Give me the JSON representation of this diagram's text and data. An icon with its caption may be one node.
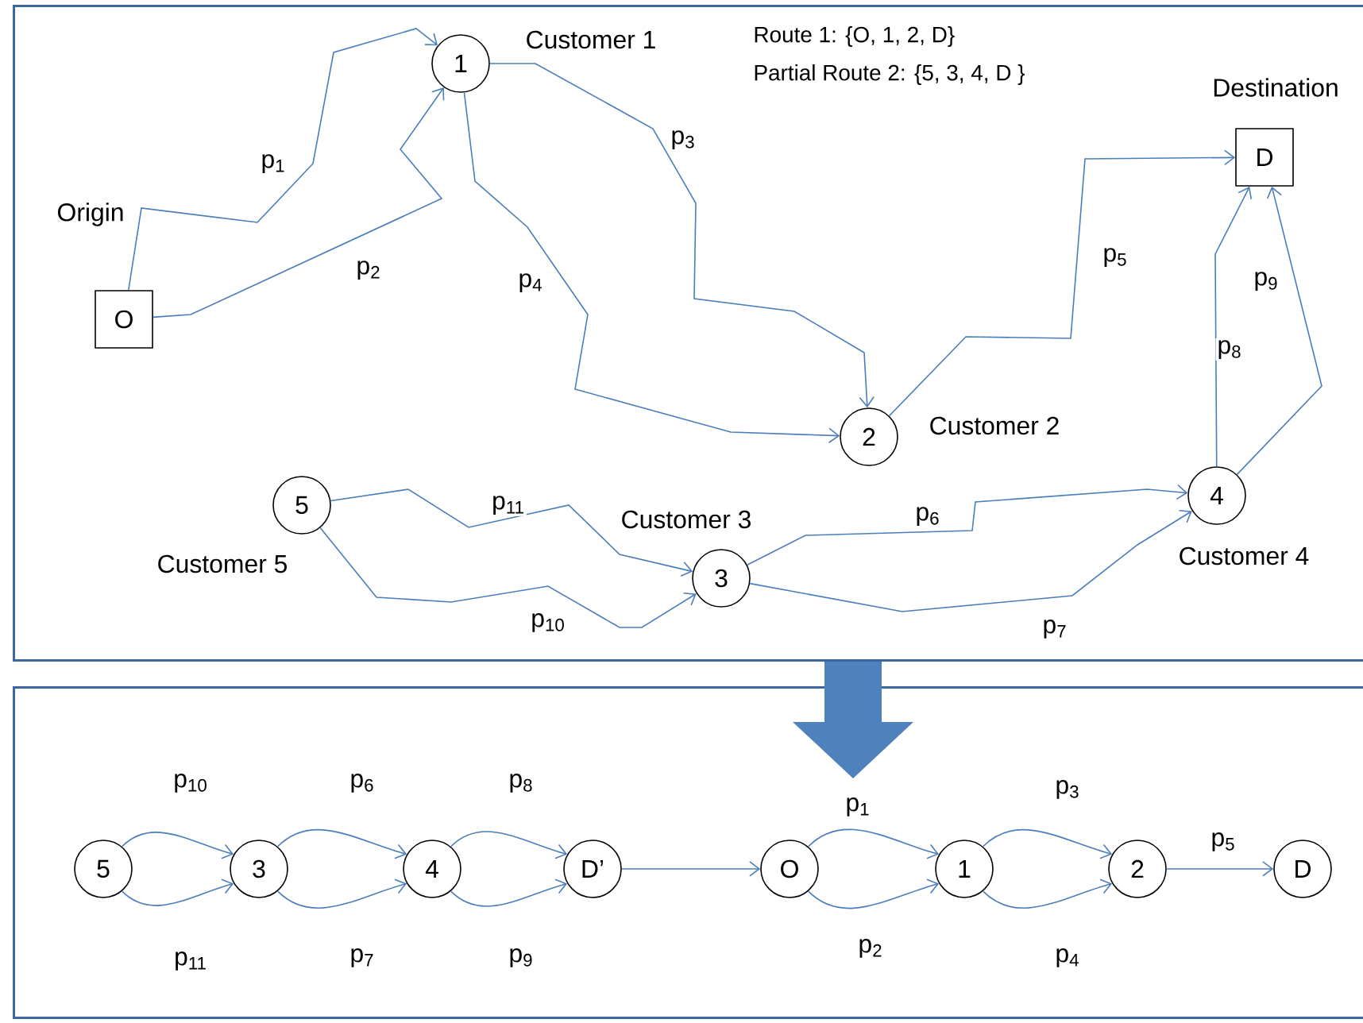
{
  "diagram": {
    "nodes": [
      {
        "text": [],
        "shape": "box"
      },
      {
        "text": [
          "O"
        ],
        "beside": [
          "Origin"
        ],
        "in": 0
      },
      {
        "text": [
          "1"
        ],
        "beside": [
          "Customer 1"
        ],
        "in": 0
      },
      {
        "text": [
          "2"
        ],
        "beside": [
          "Customer 2"
        ],
        "in": 0
      },
      {
        "text": [
          "D"
        ],
        "beside": [
          "Destination"
        ],
        "in": 0
      },
      {
        "text": [
          "5"
        ],
        "beside": [
          "Customer 5"
        ],
        "in": 0
      },
      {
        "text": [
          "3"
        ],
        "beside": [
          "Customer 3"
        ],
        "in": 0
      },
      {
        "text": [
          "4"
        ],
        "beside": [
          "Customer 4"
        ],
        "in": 0
      },
      {
        "text": [],
        "shape": "box"
      },
      {
        "text": [
          "5"
        ],
        "in": 8
      },
      {
        "text": [
          "3"
        ],
        "in": 8
      },
      {
        "text": [
          "4"
        ],
        "in": 8
      },
      {
        "text": [
          "D’"
        ],
        "in": 8
      },
      {
        "text": [
          "O"
        ],
        "in": 8
      },
      {
        "text": [
          "1"
        ],
        "in": 8
      },
      {
        "text": [
          "2"
        ],
        "in": 8
      },
      {
        "text": [
          "D"
        ],
        "in": 8
      }
    ],
    "edges": [
      {
        "from": 1,
        "to": 2,
        "arrow": "to",
        "label": "p$_{1}$"
      },
      {
        "from": 1,
        "to": 2,
        "arrow": "to",
        "label": "p$_{2}$"
      },
      {
        "from": 2,
        "to": 3,
        "arrow": "to",
        "label": "p$_{3}$"
      },
      {
        "from": 2,
        "to": 3,
        "arrow": "to",
        "label": "p$_{4}$"
      },
      {
        "from": 3,
        "to": 4,
        "arrow": "to",
        "label": "p$_{5}$"
      },
      {
        "from": 6,
        "to": 7,
        "arrow": "to",
        "label": "p$_{6}$"
      },
      {
        "from": 6,
        "to": 7,
        "arrow": "to",
        "label": "p$_{7}$"
      },
      {
        "from": 7,
        "to": 4,
        "arrow": "to",
        "label": "p$_{8}$"
      },
      {
        "from": 7,
        "to": 4,
        "arrow": "to",
        "label": "p$_{9}$"
      },
      {
        "from": 5,
        "to": 6,
        "arrow": "to",
        "label": "p$_{10}$"
      },
      {
        "from": 5,
        "to": 6,
        "arrow": "to",
        "label": "p$_{11}$"
      },
      {
        "from": 0,
        "to": 8,
        "arrow": "to",
        "style": "thick"
      },
      {
        "from": 9,
        "to": 10,
        "arrow": "to",
        "label": "p$_{10}$"
      },
      {
        "from": 9,
        "to": 10,
        "arrow": "to",
        "label": "p$_{11}$"
      },
      {
        "from": 10,
        "to": 11,
        "arrow": "to",
        "label": "p$_{6}$"
      },
      {
        "from": 10,
        "to": 11,
        "arrow": "to",
        "label": "p$_{7}$"
      },
      {
        "from": 11,
        "to": 12,
        "arrow": "to",
        "label": "p$_{8}$"
      },
      {
        "from": 11,
        "to": 12,
        "arrow": "to",
        "label": "p$_{9}$"
      },
      {
        "from": 12,
        "to": 13,
        "arrow": "to"
      },
      {
        "from": 13,
        "to": 14,
        "arrow": "to",
        "label": "p$_{1}$"
      },
      {
        "from": 13,
        "to": 14,
        "arrow": "to",
        "label": "p$_{2}$"
      },
      {
        "from": 14,
        "to": 15,
        "arrow": "to",
        "label": "p$_{3}$"
      },
      {
        "from": 14,
        "to": 15,
        "arrow": "to",
        "label": "p$_{4}$"
      },
      {
        "from": 15,
        "to": 16,
        "arrow": "to",
        "label": "p$_{5}$"
      }
    ],
    "labels": [
      "Route 1: {O, 1, 2, D}",
      "Partial Route 2: {5, 3, 4, D }"
    ]
  }
}
